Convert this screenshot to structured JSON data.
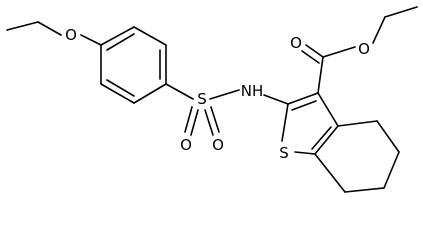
{
  "molecule": {
    "atom_labels": {
      "O_ethoxy": "O",
      "S_sulfonyl": "S",
      "O_sulfonyl_1": "O",
      "O_sulfonyl_2": "O",
      "NH": "NH",
      "S_thiophene": "S",
      "O_carbonyl": "O",
      "O_ester": "O"
    }
  },
  "colors": {
    "bond": "#000000",
    "text": "#000000",
    "background": "#ffffff"
  }
}
